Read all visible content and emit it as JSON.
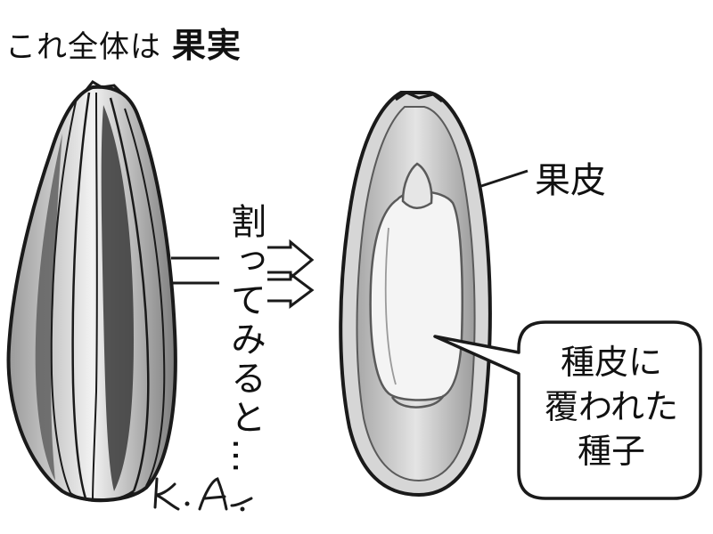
{
  "title": {
    "prefix": "これ全体は",
    "emphasis": "果実"
  },
  "arrow_label": "割ってみると…",
  "labels": {
    "pericarp": "果皮"
  },
  "callout": {
    "lines": [
      "種皮に",
      "覆われた",
      "種子"
    ]
  },
  "colors": {
    "ink": "#1a1a1a",
    "shade": "#8a8a8a",
    "dark_stripe": "#3a3a3a",
    "light": "#e9e9e9",
    "paper": "#ffffff"
  }
}
